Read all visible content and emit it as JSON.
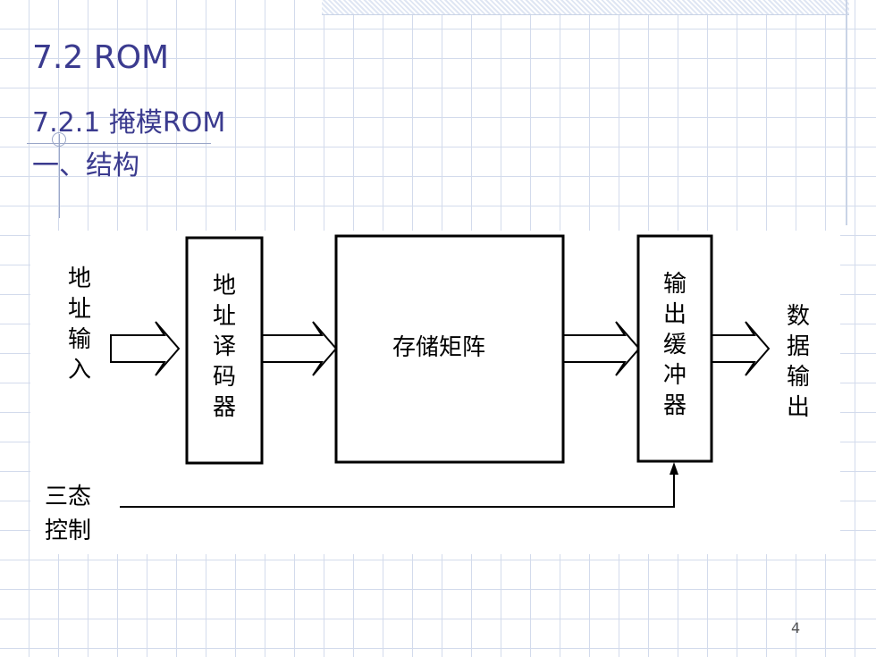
{
  "slide": {
    "title": "7.2 ROM",
    "subtitle": "7.2.1 掩模ROM",
    "section": "一、结构",
    "page_number": "4"
  },
  "diagram": {
    "input_label": [
      "地",
      "址",
      "输",
      "入"
    ],
    "decoder_label": [
      "地",
      "址",
      "译",
      "码",
      "器"
    ],
    "matrix_label": "存储矩阵",
    "buffer_label": [
      "输",
      "出",
      "缓",
      "冲",
      "器"
    ],
    "output_label": [
      "数",
      "据",
      "输",
      "出"
    ],
    "control_label": [
      "三态",
      "控制"
    ]
  }
}
